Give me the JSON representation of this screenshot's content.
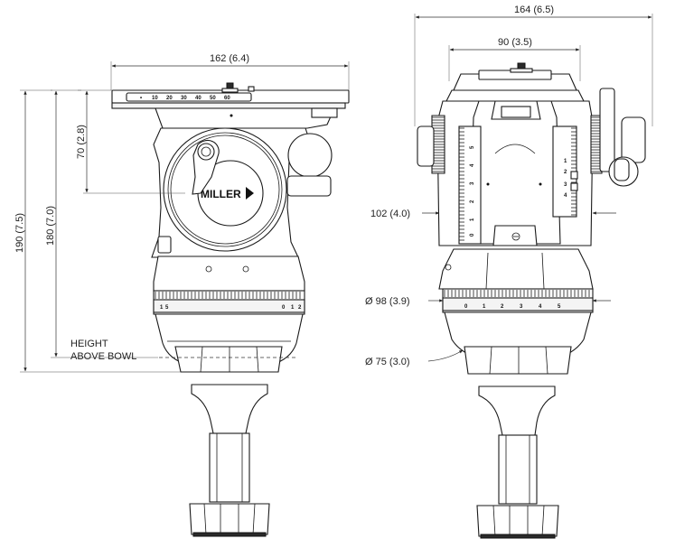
{
  "brand": "MILLER",
  "side_view": {
    "width_label": "162 (6.4)",
    "height_70_label": "70 (2.8)",
    "height_180_label": "180 (7.0)",
    "height_190_label": "190 (7.5)",
    "bowl_label_line1": "HEIGHT",
    "bowl_label_line2": "ABOVE BOWL",
    "plate_scale": [
      "10",
      "20",
      "30",
      "40",
      "50",
      "60"
    ],
    "ring_marks_left": [
      "1",
      "5"
    ],
    "ring_marks_right": [
      "0",
      "1",
      "2"
    ]
  },
  "front_view": {
    "overall_width_label": "164 (6.5)",
    "body_width_label": "90 (3.5)",
    "depth_label": "102 (4.0)",
    "diameter_98_label": "Ø 98 (3.9)",
    "diameter_75_label": "Ø 75 (3.0)",
    "left_scale": [
      "5",
      "4",
      "3",
      "2",
      "1",
      "0"
    ],
    "right_scale": [
      "1",
      "2",
      "3",
      "4"
    ],
    "ring_scale": [
      "0",
      "1",
      "2",
      "3",
      "4",
      "5"
    ]
  }
}
